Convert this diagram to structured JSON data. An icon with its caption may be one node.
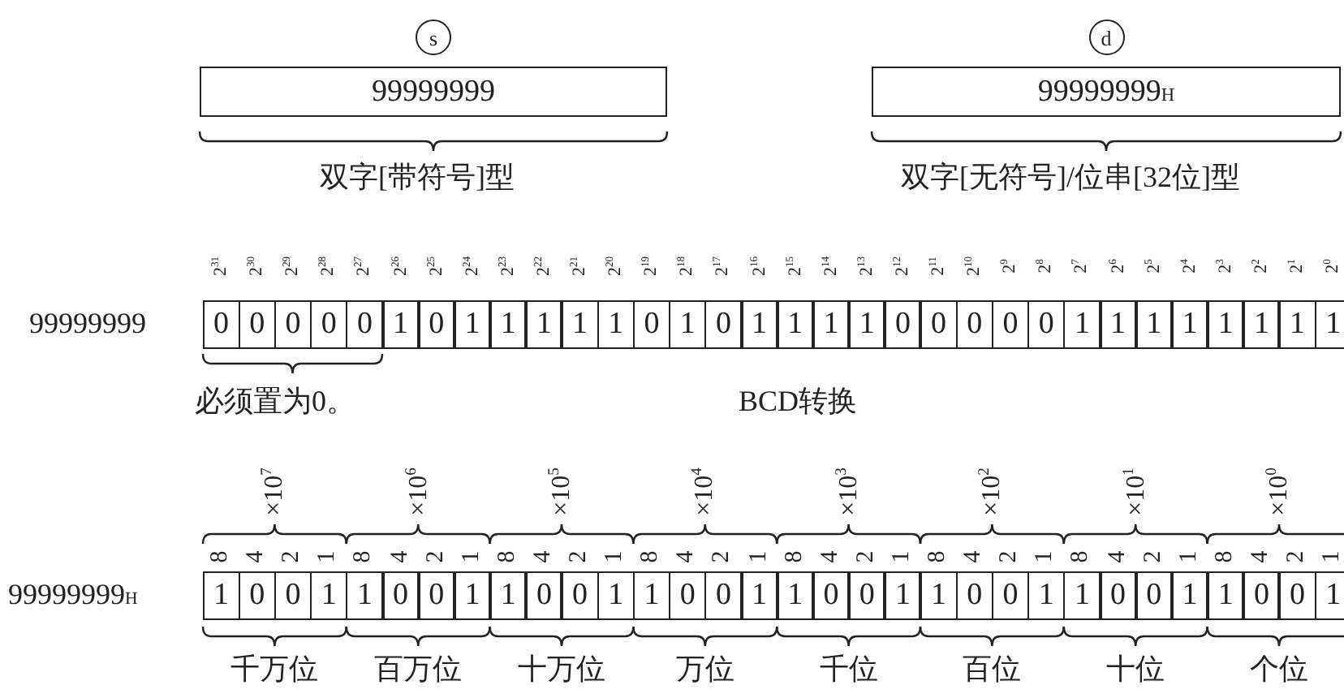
{
  "diagram": {
    "nodes": [
      {
        "text": [
          "99999999"
        ]
      },
      {
        "text": [
          "99999999$_{H}$"
        ]
      }
    ],
    "labels": [
      "s",
      "d",
      "双字[带符号]型",
      "双字[无符号]/位串[32位]型",
      "2$^{31}$",
      "2$^{30}$",
      "2$^{29}$",
      "2$^{28}$",
      "2$^{27}$",
      "2$^{26}$",
      "2$^{25}$",
      "2$^{24}$",
      "2$^{23}$",
      "2$^{22}$",
      "2$^{21}$",
      "2$^{20}$",
      "2$^{19}$",
      "2$^{18}$",
      "2$^{17}$",
      "2$^{16}$",
      "2$^{15}$",
      "2$^{14}$",
      "2$^{13}$",
      "2$^{12}$",
      "2$^{11}$",
      "2$^{10}$",
      "2$^{9}$",
      "2$^{8}$",
      "2$^{7}$",
      "2$^{6}$",
      "2$^{5}$",
      "2$^{4}$",
      "2$^{3}$",
      "2$^{2}$",
      "2$^{1}$",
      "2$^{0}$",
      "99999999",
      "0",
      "0",
      "0",
      "0",
      "0",
      "1",
      "0",
      "1",
      "1",
      "1",
      "1",
      "1",
      "0",
      "1",
      "0",
      "1",
      "1",
      "1",
      "1",
      "0",
      "0",
      "0",
      "0",
      "0",
      "1",
      "1",
      "1",
      "1",
      "1",
      "1",
      "1",
      "1",
      "必须置为0。",
      "BCD转换",
      "×10$^{7}$",
      "×10$^{6}$",
      "×10$^{5}$",
      "×10$^{4}$",
      "×10$^{3}$",
      "×10$^{2}$",
      "×10$^{1}$",
      "×10$^{0}$",
      "8",
      "4",
      "2",
      "1",
      "8",
      "4",
      "2",
      "1",
      "8",
      "4",
      "2",
      "1",
      "8",
      "4",
      "2",
      "1",
      "8",
      "4",
      "2",
      "1",
      "8",
      "4",
      "2",
      "1",
      "8",
      "4",
      "2",
      "1",
      "8",
      "4",
      "2",
      "1",
      "99999999$_{H}$",
      "1",
      "0",
      "0",
      "1",
      "1",
      "0",
      "0",
      "1",
      "1",
      "0",
      "0",
      "1",
      "1",
      "0",
      "0",
      "1",
      "1",
      "0",
      "0",
      "1",
      "1",
      "0",
      "0",
      "1",
      "1",
      "0",
      "0",
      "1",
      "1",
      "0",
      "0",
      "1",
      "千万位",
      "百万位",
      "十万位",
      "万位",
      "千位",
      "百位",
      "十位",
      "个位"
    ]
  }
}
